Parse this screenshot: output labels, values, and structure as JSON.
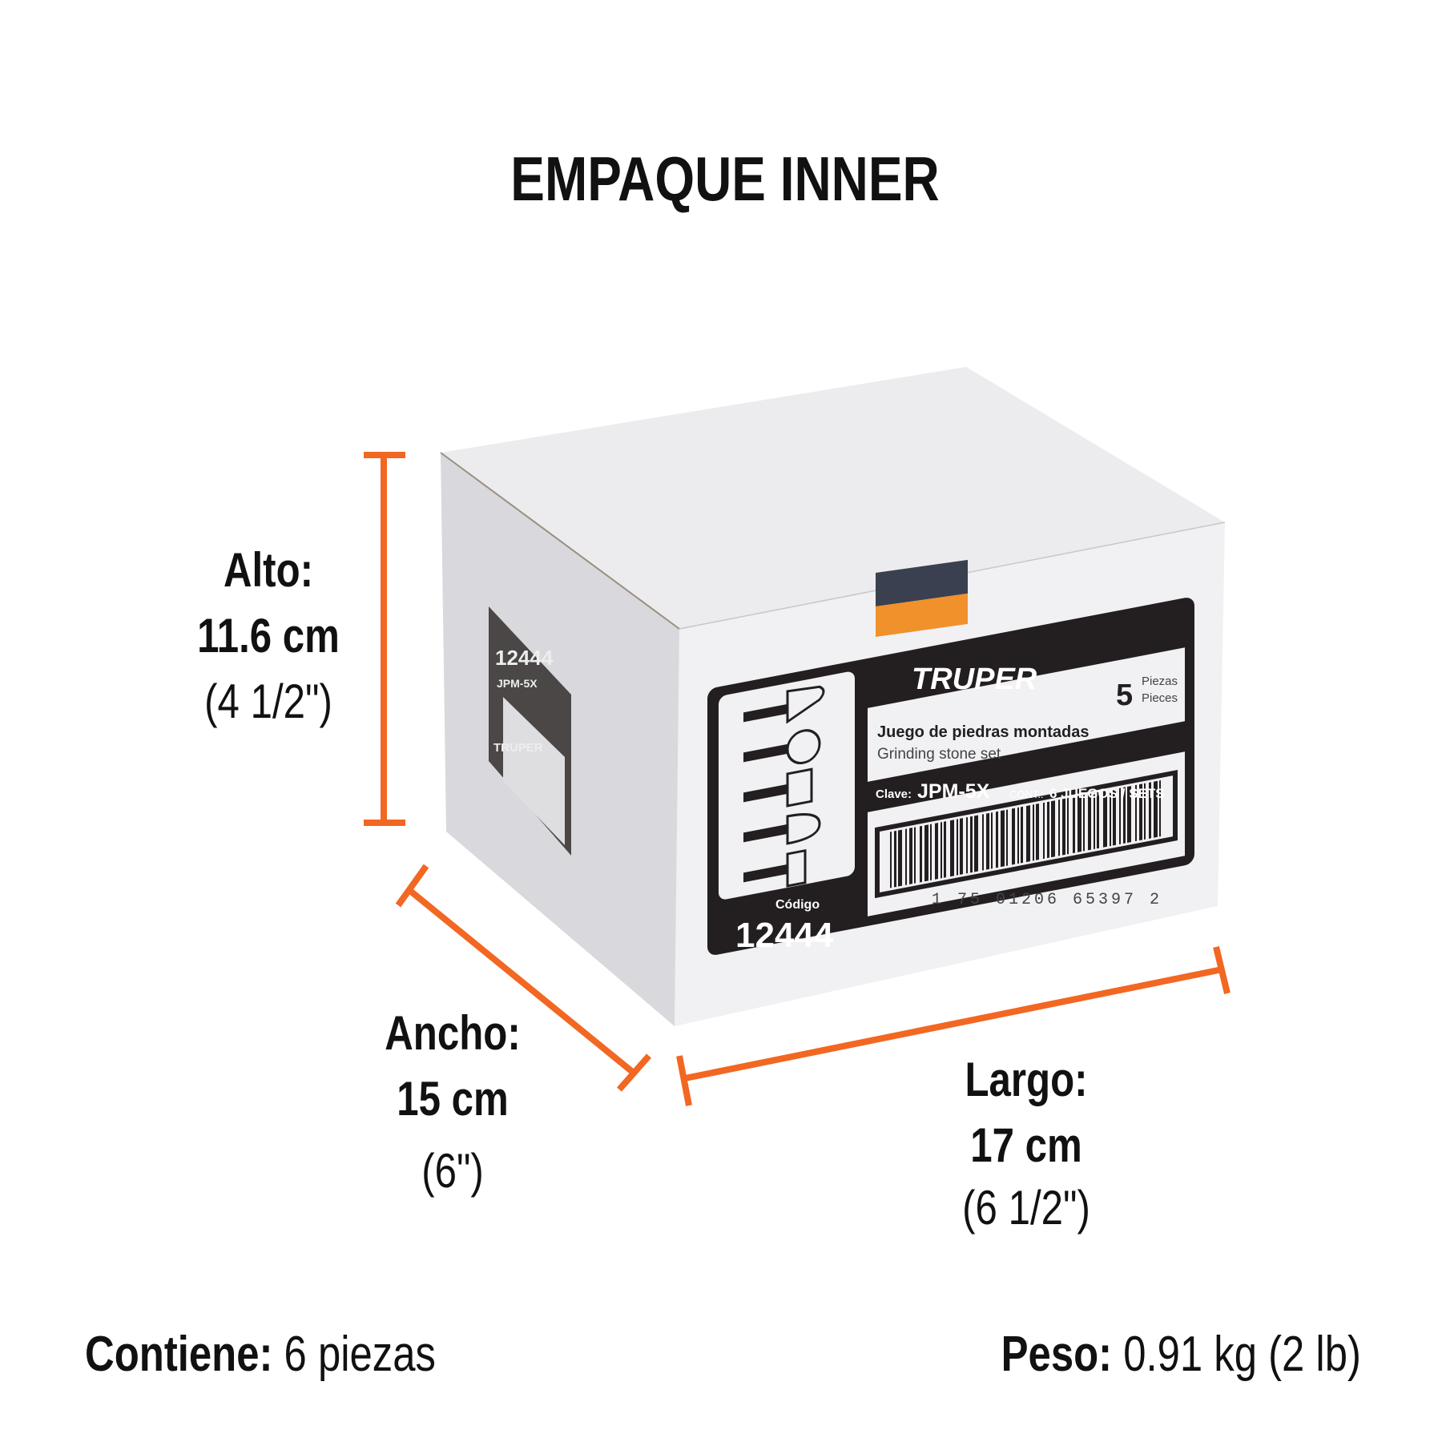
{
  "title": "EMPAQUE INNER",
  "dimensions": {
    "alto": {
      "label": "Alto:",
      "metric": "11.6 cm",
      "imperial": "(4 1/2\")"
    },
    "ancho": {
      "label": "Ancho:",
      "metric": "15 cm",
      "imperial": "(6\")"
    },
    "largo": {
      "label": "Largo:",
      "metric": "17 cm",
      "imperial": "(6 1/2\")"
    }
  },
  "footer": {
    "contents_label": "Contiene:",
    "contents_value": "6 piezas",
    "weight_label": "Peso:",
    "weight_value": "0.91 kg (2 lb)"
  },
  "box_label": {
    "brand": "TRUPER",
    "product_es": "Juego de piedras montadas",
    "product_en": "Grinding stone set",
    "pieces_count": "5",
    "pieces_es": "Piezas",
    "pieces_en": "Pieces",
    "clave_label": "Clave:",
    "clave_value": "JPM-5X",
    "cont_label": "CONT.:",
    "cont_value": "6 JUEGOS / SETS",
    "barcode_number": "1 75 01206 65397 2",
    "codigo_label": "Código",
    "codigo_value": "12444"
  },
  "side_label": {
    "brand": "TRUPER",
    "code": "12444",
    "model": "JPM-5X"
  },
  "colors": {
    "accent": "#f26722",
    "label_dark": "#231f20",
    "seal_orange": "#f0912c"
  }
}
